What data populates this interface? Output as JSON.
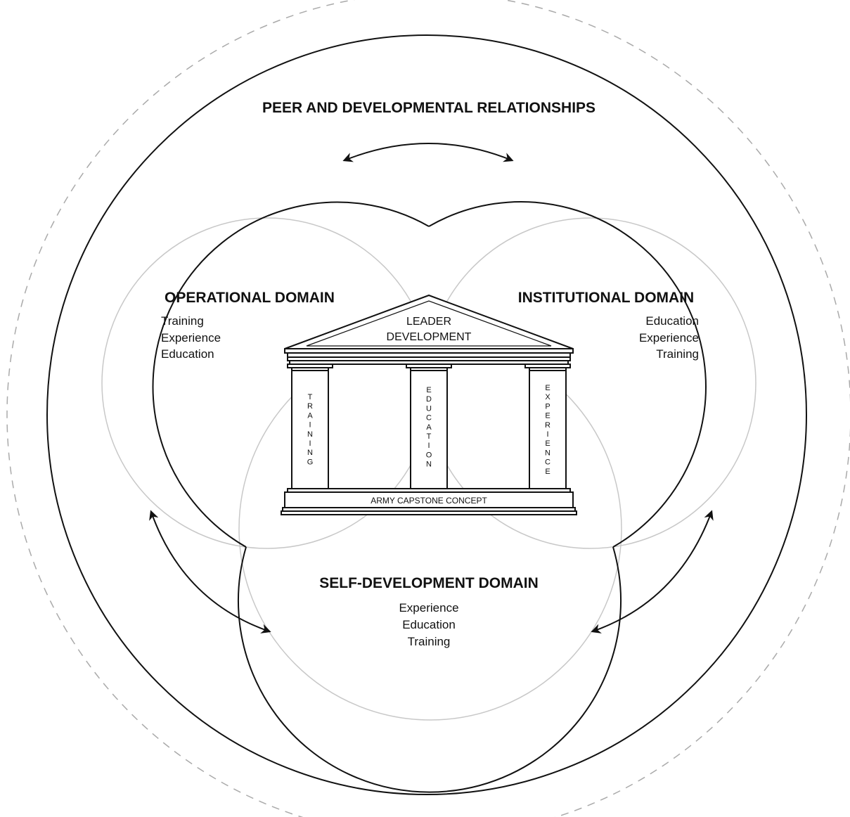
{
  "outer_ring": {
    "title": "PEER AND DEVELOPMENTAL RELATIONSHIPS"
  },
  "domains": {
    "operational": {
      "title": "OPERATIONAL DOMAIN",
      "items": [
        "Training",
        "Experience",
        "Education"
      ]
    },
    "institutional": {
      "title": "INSTITUTIONAL DOMAIN",
      "items": [
        "Education",
        "Experience",
        "Training"
      ]
    },
    "self_development": {
      "title": "SELF-DEVELOPMENT DOMAIN",
      "items": [
        "Experience",
        "Education",
        "Training"
      ]
    }
  },
  "building": {
    "pediment_line1": "LEADER",
    "pediment_line2": "DEVELOPMENT",
    "columns": [
      {
        "name": "training",
        "label": "TRAINING"
      },
      {
        "name": "education",
        "label": "EDUCATION"
      },
      {
        "name": "experience",
        "label": "EXPERIENCE"
      }
    ],
    "base": "ARMY CAPSTONE CONCEPT"
  }
}
